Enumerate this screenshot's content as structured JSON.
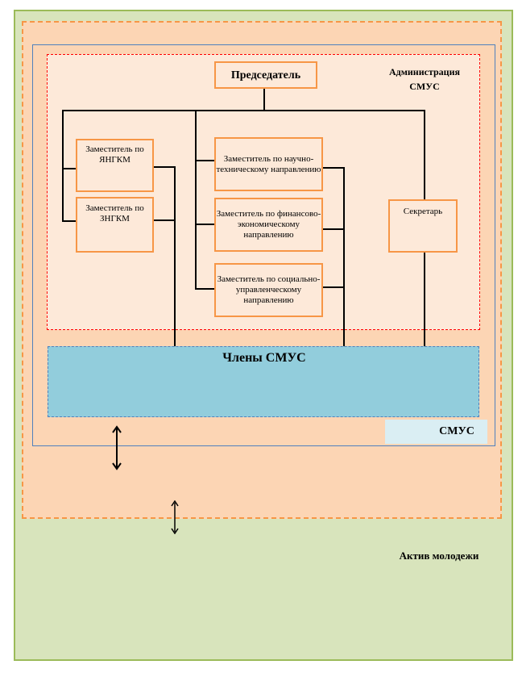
{
  "chairman": "Председатель",
  "administration_label": "Администрация СМУС",
  "deputies_left": [
    "Заместитель по ЯНГКМ",
    "Заместитель по ЗНГКМ"
  ],
  "deputies_center": [
    "Заместитель по научно-техническому направлению",
    "Заместитель по финансово-экономическому направлению",
    "Заместитель по социально-управленческому направлению"
  ],
  "secretary": "Секретарь",
  "members_label": "Члены СМУС",
  "smus_label": "СМУС",
  "youth_active_label": "Актив молодежи",
  "colors": {
    "outer_fill": "#d8e4bc",
    "outer_border": "#9bbb59",
    "orange_fill": "#fcd5b4",
    "orange_border": "#f79646",
    "smus_border": "#4f81bd",
    "admin_fill": "#fde9d9",
    "admin_border": "#ff0000",
    "members_fill": "#92cddc",
    "smus_label_fill": "#daeef3"
  }
}
